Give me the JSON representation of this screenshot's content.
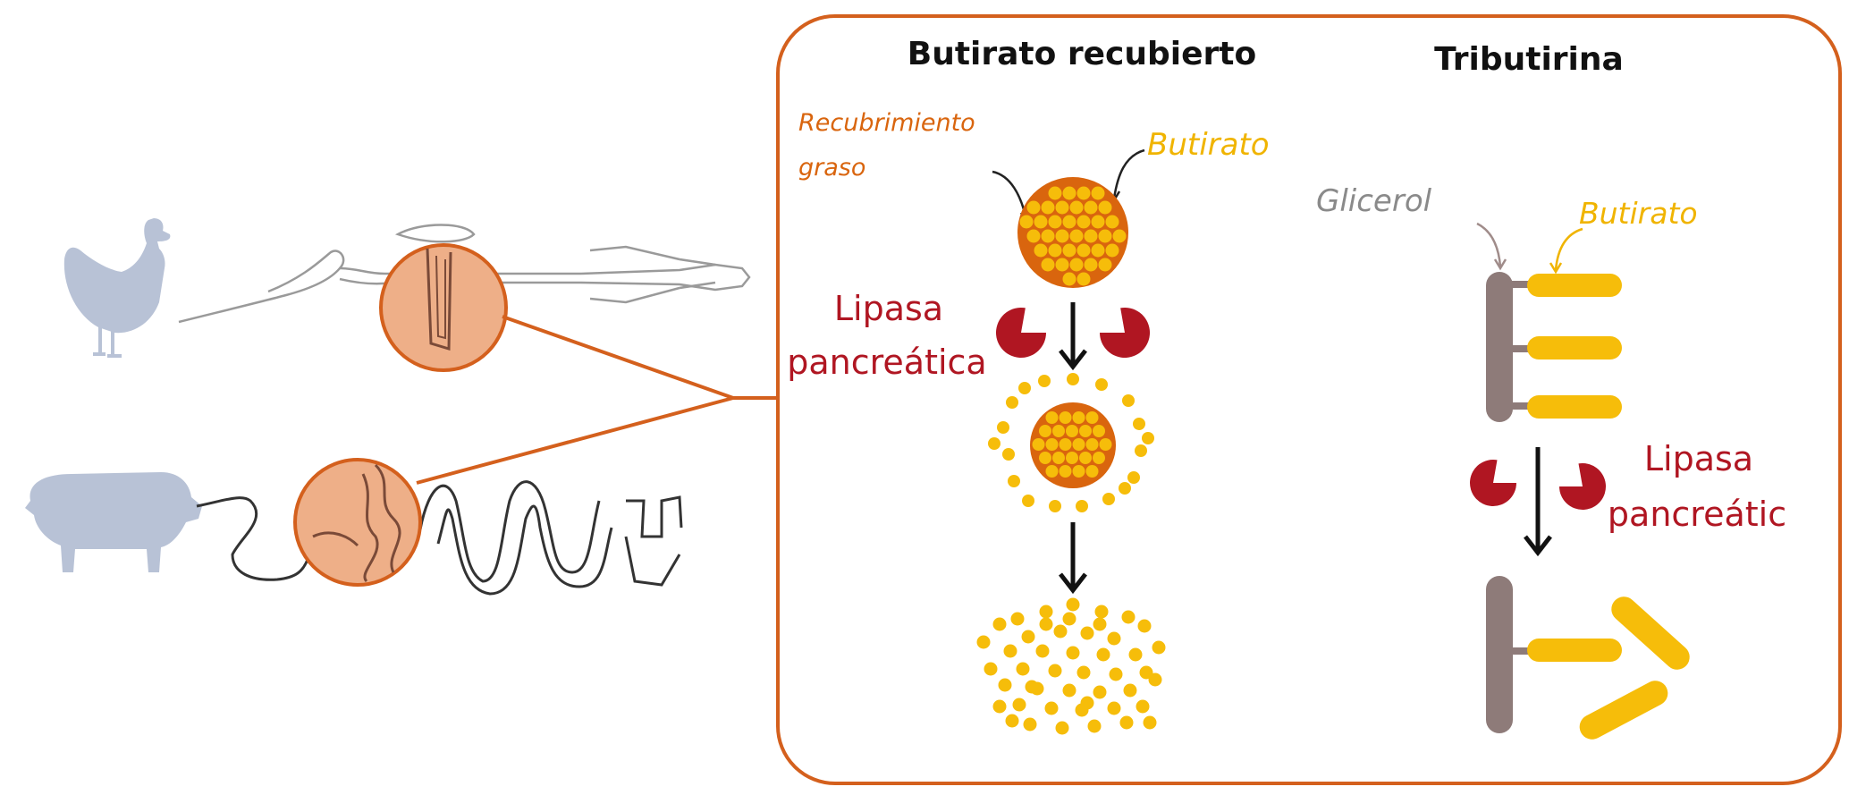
{
  "colors": {
    "frame": "#d4601d",
    "butyrate": "#f6bd0a",
    "butyrate_label": "#f0b400",
    "coating": "#d9650e",
    "coating_label": "#d9650e",
    "lipase": "#b01622",
    "glycerol": "#8e7b79",
    "glycerol_label": "#8a8a8a",
    "magnifier_fill": "#eeaf88",
    "animal": "#b8c2d6",
    "arrow": "#111111"
  },
  "left": {
    "chicken_icon": "chicken-icon",
    "pig_icon": "pig-icon"
  },
  "coated": {
    "title": "Butirato recubierto",
    "coating_label_line1": "Recubrimiento",
    "coating_label_line2": "graso",
    "butyrate_label": "Butirato",
    "lipase_label_line1": "Lipasa",
    "lipase_label_line2": "pancreática"
  },
  "tributyrin": {
    "title": "Tributirina",
    "glycerol_label": "Glicerol",
    "butyrate_label": "Butirato",
    "lipase_label_line1": "Lipasa",
    "lipase_label_line2": "pancreátic"
  }
}
